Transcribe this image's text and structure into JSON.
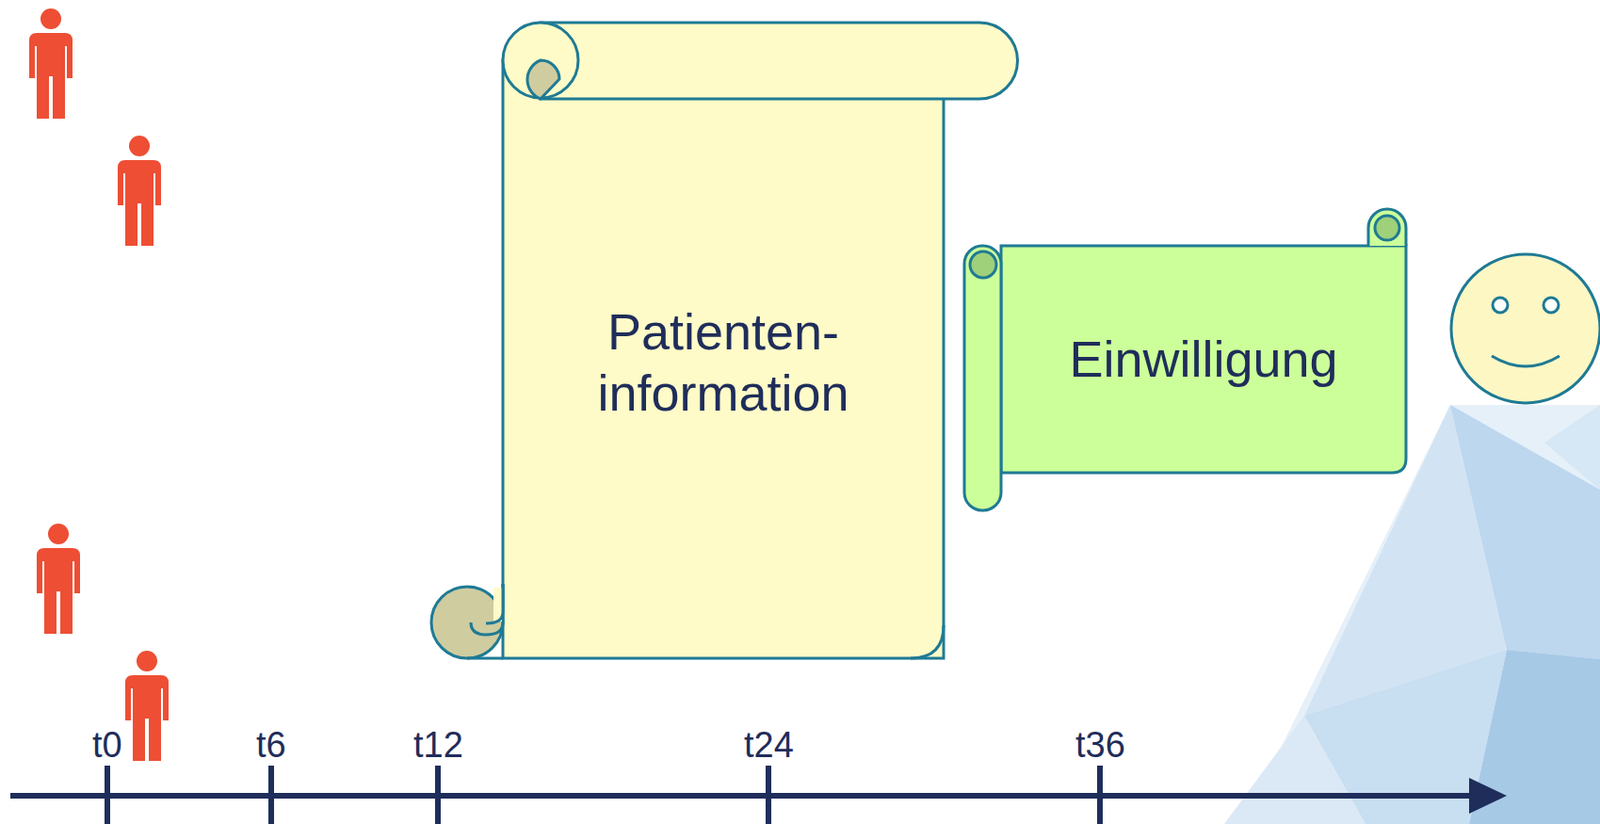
{
  "diagram": {
    "nodes": [
      {
        "text": [
          "Patienten- information"
        ]
      },
      {
        "text": [
          "Einwilligung"
        ]
      }
    ],
    "labels": [
      "t0",
      "t6",
      "t12",
      "t24",
      "t36"
    ]
  }
}
